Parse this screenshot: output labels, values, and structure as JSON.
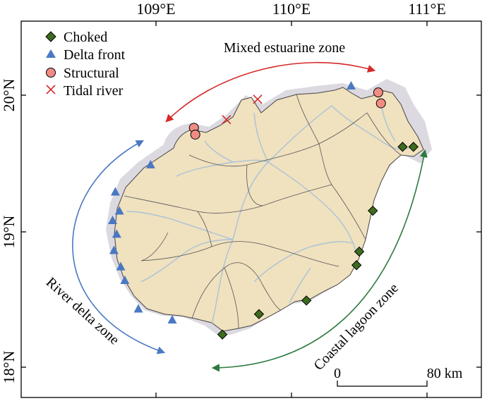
{
  "axes": {
    "top_ticks": [
      "109°E",
      "110°E",
      "111°E"
    ],
    "left_ticks": [
      "20°N",
      "19°N",
      "18°N"
    ]
  },
  "legend": [
    {
      "label": "Choked",
      "marker": "diamond",
      "color": "#3d6b1f"
    },
    {
      "label": "Delta front",
      "marker": "triangle",
      "color": "#4a78c2"
    },
    {
      "label": "Structural",
      "marker": "circle",
      "color": "#f08c84"
    },
    {
      "label": "Tidal river",
      "marker": "cross",
      "color": "#d62a2a"
    }
  ],
  "zones": {
    "mixed": {
      "label": "Mixed estuarine zone",
      "color": "#d62a2a"
    },
    "delta": {
      "label": "River delta zone",
      "color": "#4a78c2"
    },
    "lagoon": {
      "label": "Coastal lagoon zone",
      "color": "#2e7a3e"
    }
  },
  "scale_bar": {
    "start": "0",
    "end": "80 km"
  },
  "colors": {
    "land": "#f0e1bf",
    "shelf": "#dcdae0",
    "rivers": "#a9c3d6",
    "basins": "#555555"
  },
  "sites": [
    {
      "type": "choked",
      "lon": 110.82,
      "lat": 19.62
    },
    {
      "type": "choked",
      "lon": 110.9,
      "lat": 19.62
    },
    {
      "type": "choked",
      "lon": 110.6,
      "lat": 19.15
    },
    {
      "type": "choked",
      "lon": 110.5,
      "lat": 18.85
    },
    {
      "type": "choked",
      "lon": 110.48,
      "lat": 18.75
    },
    {
      "type": "choked",
      "lon": 110.11,
      "lat": 18.49
    },
    {
      "type": "choked",
      "lon": 109.76,
      "lat": 18.39
    },
    {
      "type": "choked",
      "lon": 109.49,
      "lat": 18.24
    },
    {
      "type": "delta",
      "lon": 110.44,
      "lat": 20.07
    },
    {
      "type": "delta",
      "lon": 108.96,
      "lat": 19.49
    },
    {
      "type": "delta",
      "lon": 108.7,
      "lat": 19.29
    },
    {
      "type": "delta",
      "lon": 108.73,
      "lat": 19.15
    },
    {
      "type": "delta",
      "lon": 108.68,
      "lat": 19.08
    },
    {
      "type": "delta",
      "lon": 108.71,
      "lat": 18.98
    },
    {
      "type": "delta",
      "lon": 108.69,
      "lat": 18.86
    },
    {
      "type": "delta",
      "lon": 108.74,
      "lat": 18.74
    },
    {
      "type": "delta",
      "lon": 108.77,
      "lat": 18.64
    },
    {
      "type": "delta",
      "lon": 108.87,
      "lat": 18.43
    },
    {
      "type": "delta",
      "lon": 109.12,
      "lat": 18.35
    },
    {
      "type": "structural",
      "lon": 109.28,
      "lat": 19.76
    },
    {
      "type": "structural",
      "lon": 109.29,
      "lat": 19.71
    },
    {
      "type": "structural",
      "lon": 110.64,
      "lat": 20.02
    },
    {
      "type": "structural",
      "lon": 110.66,
      "lat": 19.94
    },
    {
      "type": "tidal",
      "lon": 109.52,
      "lat": 19.82
    },
    {
      "type": "tidal",
      "lon": 109.75,
      "lat": 19.97
    }
  ]
}
